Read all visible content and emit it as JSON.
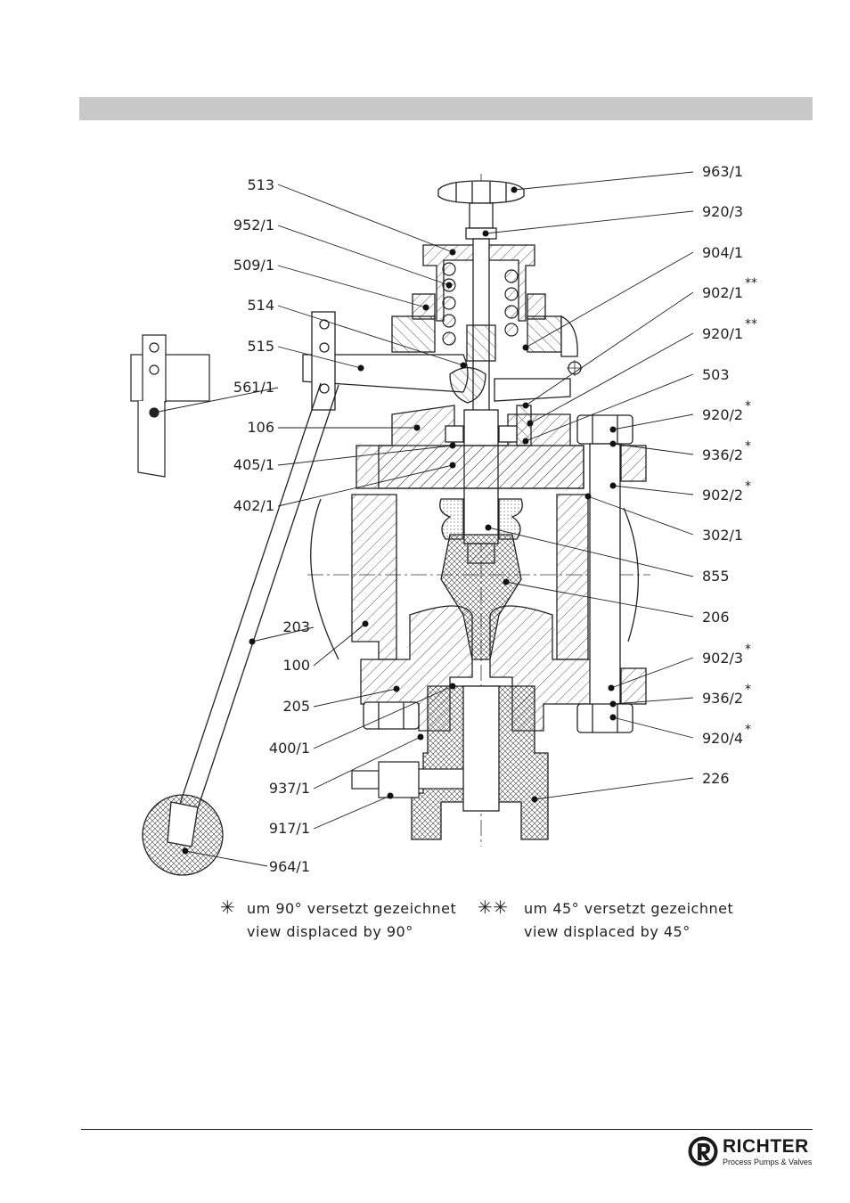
{
  "page": {
    "header_bar_color": "#c8c8c8"
  },
  "labels_left": [
    "513",
    "952/1",
    "509/1",
    "514",
    "515",
    "561/1",
    "106",
    "405/1",
    "402/1",
    "203",
    "100",
    "205",
    "400/1",
    "937/1",
    "917/1",
    "964/1"
  ],
  "labels_right": [
    {
      "text": "963/1",
      "mark": ""
    },
    {
      "text": "920/3",
      "mark": ""
    },
    {
      "text": "904/1",
      "mark": ""
    },
    {
      "text": "902/1",
      "mark": "**"
    },
    {
      "text": "920/1",
      "mark": "**"
    },
    {
      "text": "503",
      "mark": ""
    },
    {
      "text": "920/2",
      "mark": "*"
    },
    {
      "text": "936/2",
      "mark": "*"
    },
    {
      "text": "902/2",
      "mark": "*"
    },
    {
      "text": "302/1",
      "mark": ""
    },
    {
      "text": "855",
      "mark": ""
    },
    {
      "text": "206",
      "mark": ""
    },
    {
      "text": "902/3",
      "mark": "*"
    },
    {
      "text": "936/2",
      "mark": "*"
    },
    {
      "text": "920/4",
      "mark": "*"
    },
    {
      "text": "226",
      "mark": ""
    }
  ],
  "legend": {
    "single": {
      "symbol": "✳",
      "line1": "um 90° versetzt gezeichnet",
      "line2": "view displaced by 90°"
    },
    "double": {
      "symbol": "✳✳",
      "line1": "um 45° versetzt gezeichnet",
      "line2": "view displaced by 45°"
    }
  },
  "logo": {
    "name": "RICHTER",
    "tagline": "Process Pumps & Valves",
    "icon": "richter-r-logo-icon"
  }
}
